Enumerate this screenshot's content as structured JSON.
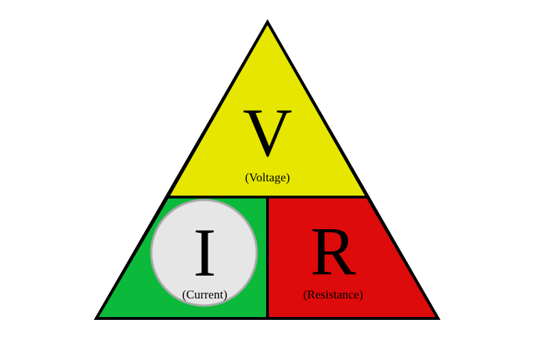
{
  "diagram": {
    "top": {
      "symbol": "V",
      "label": "(Voltage)",
      "fill": "#e6e600"
    },
    "bottom_left": {
      "symbol": "I",
      "label": "(Current)",
      "fill": "#0bba3a",
      "highlight_fill": "#e6e6e6",
      "highlight_stroke": "#a9a9a9"
    },
    "bottom_right": {
      "symbol": "R",
      "label": "(Resistance)",
      "fill": "#dd0b0b"
    },
    "outline_color": "#000000"
  }
}
